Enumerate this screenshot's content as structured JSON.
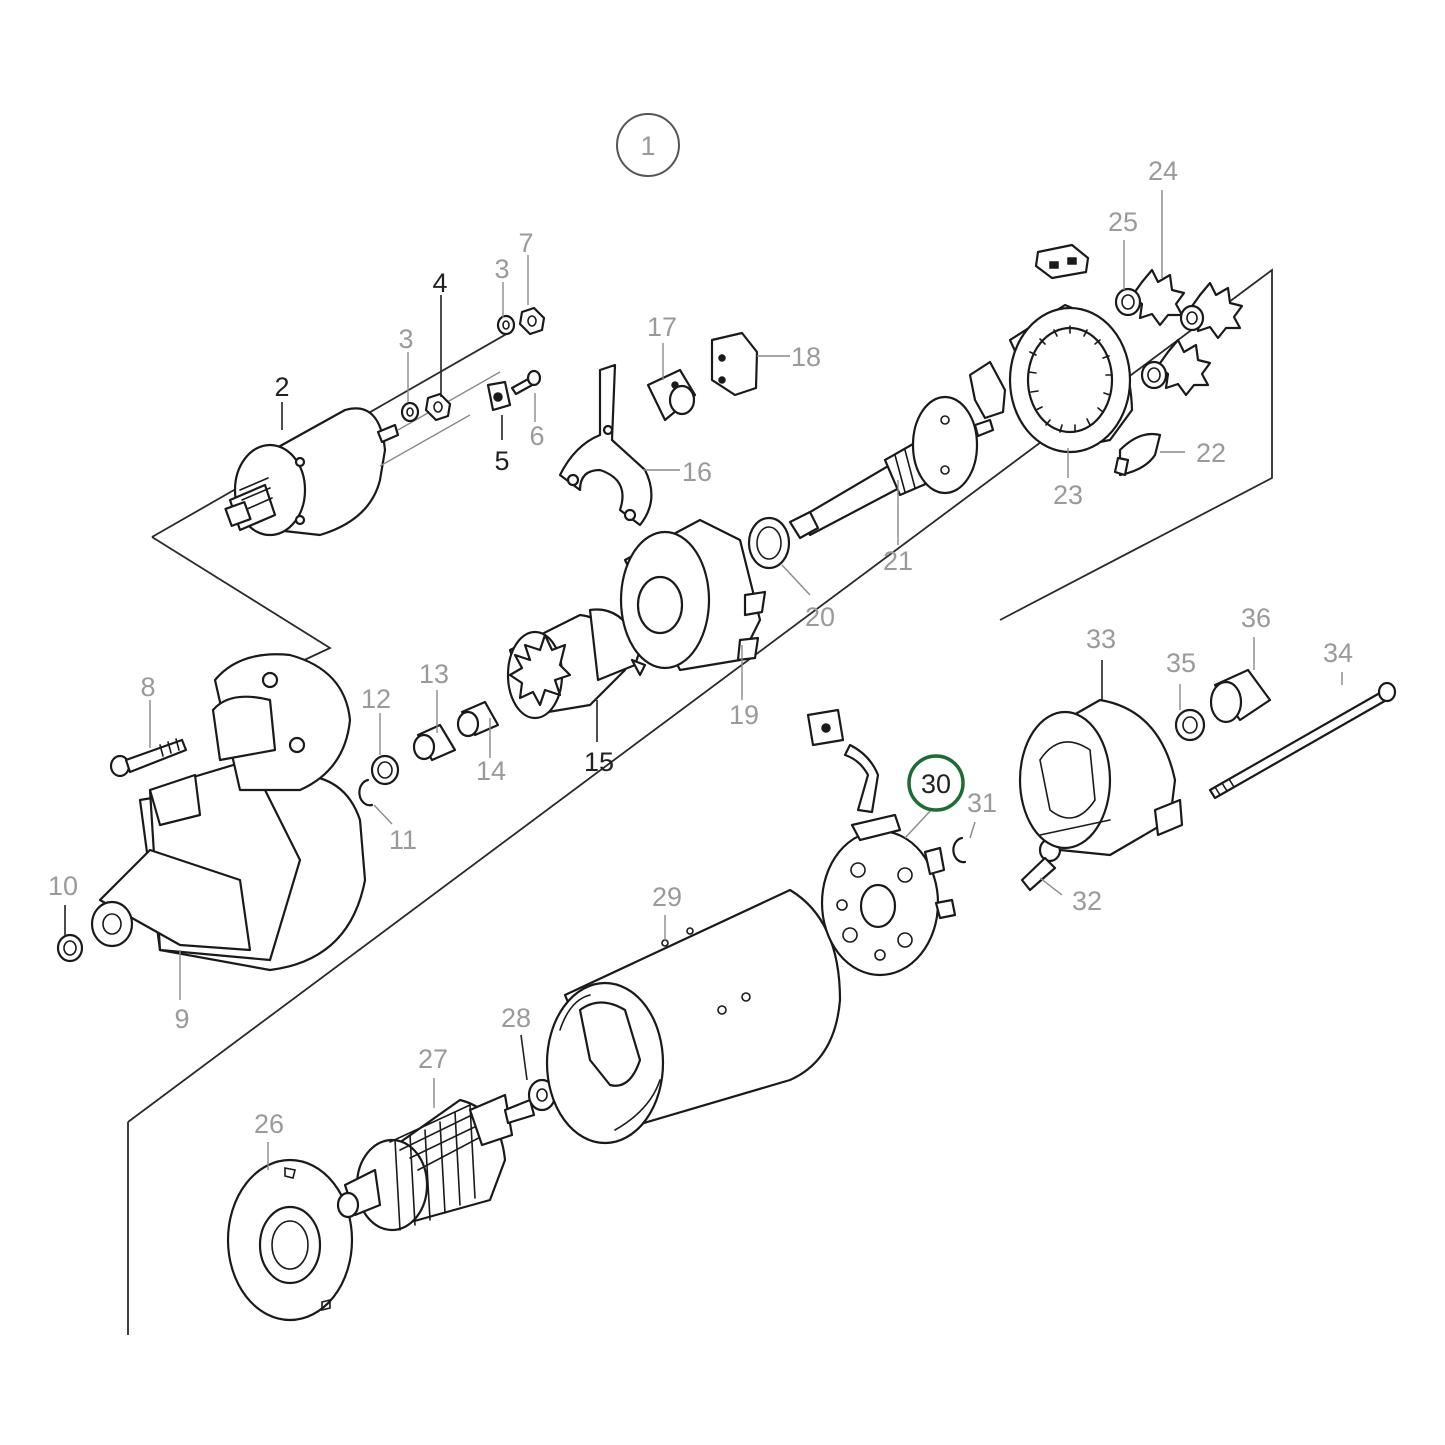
{
  "diagram": {
    "assembly_number": "1",
    "highlight_color": "#1e6b34",
    "highlighted_part": "30",
    "parts": {
      "p2": "2",
      "p3a": "3",
      "p3b": "3",
      "p4": "4",
      "p5": "5",
      "p6": "6",
      "p7": "7",
      "p8": "8",
      "p9": "9",
      "p10": "10",
      "p11": "11",
      "p12": "12",
      "p13": "13",
      "p14": "14",
      "p15": "15",
      "p16": "16",
      "p17": "17",
      "p18": "18",
      "p19": "19",
      "p20": "20",
      "p21": "21",
      "p22": "22",
      "p23": "23",
      "p24": "24",
      "p25": "25",
      "p26": "26",
      "p27": "27",
      "p28": "28",
      "p29": "29",
      "p30": "30",
      "p31": "31",
      "p32": "32",
      "p33": "33",
      "p34": "34",
      "p35": "35",
      "p36": "36"
    }
  }
}
